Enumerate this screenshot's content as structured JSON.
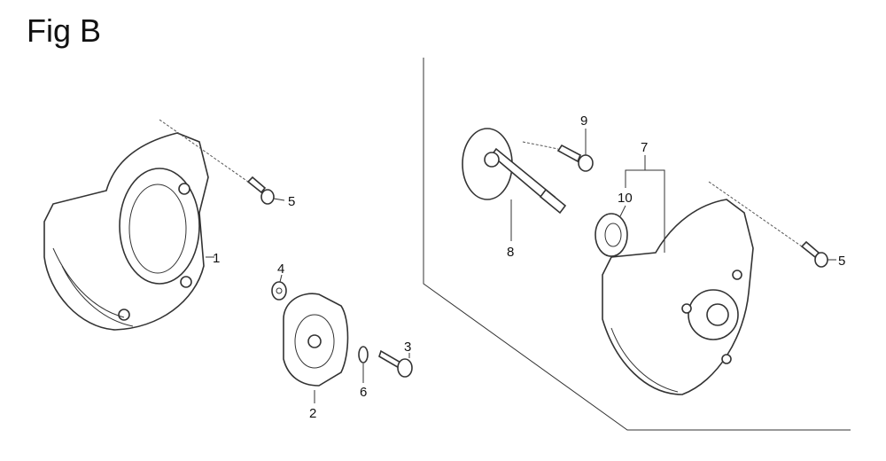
{
  "figure": {
    "title": "Fig B",
    "callouts": {
      "c1": "1",
      "c2": "2",
      "c3": "3",
      "c4": "4",
      "c5a": "5",
      "c5b": "5",
      "c6": "6",
      "c7": "7",
      "c8": "8",
      "c9": "9",
      "c10": "10"
    }
  }
}
